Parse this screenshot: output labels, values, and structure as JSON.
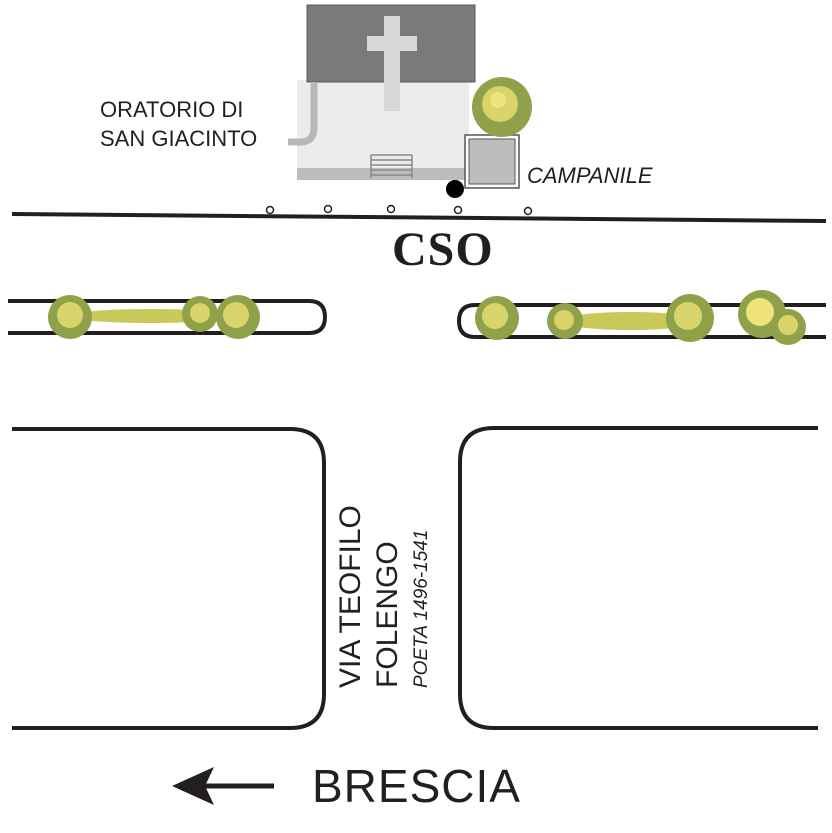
{
  "map": {
    "church": {
      "name_line1": "ORATORIO DI",
      "name_line2": "SAN GIACINTO"
    },
    "bell_tower_label": "CAMPANILE",
    "main_street_label": "CSO",
    "side_street": {
      "name_line1": "VIA TEOFILO",
      "name_line2": "FOLENGO",
      "subtitle": "POETA 1496-1541"
    },
    "direction": {
      "label": "BRESCIA",
      "arrow": "left-arrow-icon"
    },
    "colors": {
      "road_line": "#231f20",
      "roof": "#7a7a7a",
      "building": "#ececec",
      "vegetation": "#c9c95a"
    }
  }
}
